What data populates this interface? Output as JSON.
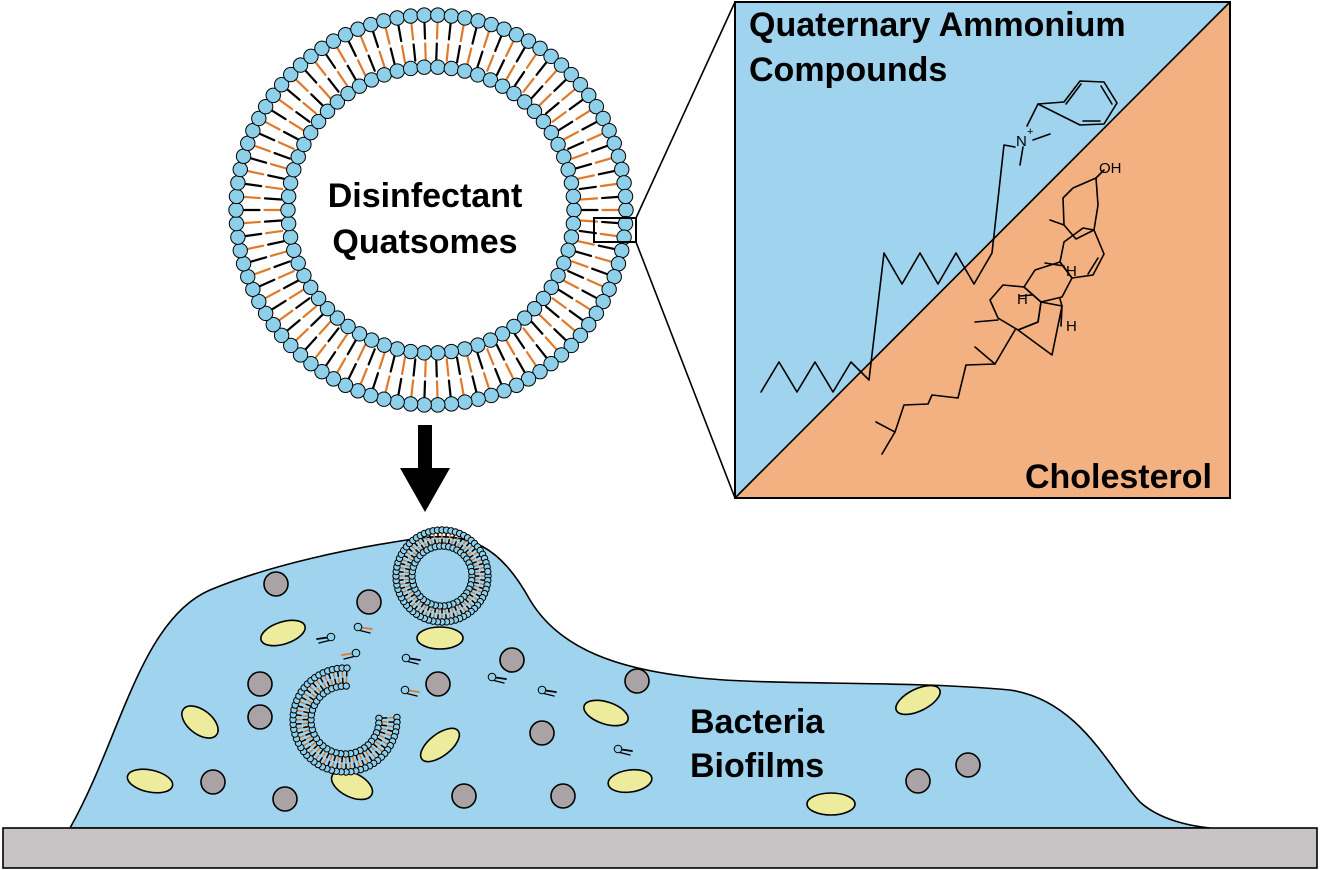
{
  "colors": {
    "blue": "#9fd3ee",
    "orange": "#f3b080",
    "head_fill": "#8ed0e9",
    "tail_orange": "#e07a2a",
    "tail_black": "#000000",
    "bacteria_yellow": "#ecec9c",
    "bacteria_grey": "#aaa3a5",
    "substrate": "#c8c3c4"
  },
  "labels": {
    "quatsome_line1": "Disinfectant",
    "quatsome_line2": "Quatsomes",
    "qac_line1": "Quaternary Ammonium",
    "qac_line2": "Compounds",
    "cholesterol": "Cholesterol",
    "biofilm_line1": "Bacteria",
    "biofilm_line2": "Biofilms"
  },
  "chemistry": {
    "nitrogen": "N",
    "charge": "+",
    "hydroxyl": "OH",
    "hydrogen": "H"
  },
  "icons": {
    "arrow": "down-arrow-icon",
    "vesicle": "quatsome-vesicle-icon",
    "broken_vesicle": "broken-quatsome-icon",
    "molecule": "free-surfactant-icon",
    "cell": "bacterium-icon"
  }
}
